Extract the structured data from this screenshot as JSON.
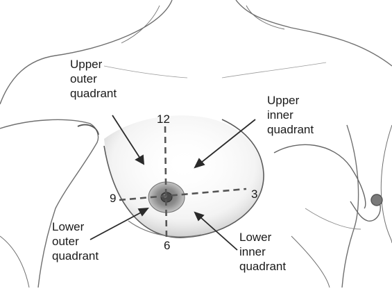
{
  "labels": {
    "upper_outer": [
      "Upper",
      "outer",
      "quadrant"
    ],
    "upper_inner": [
      "Upper",
      "inner",
      "quadrant"
    ],
    "lower_outer": [
      "Lower",
      "outer",
      "quadrant"
    ],
    "lower_inner": [
      "Lower",
      "inner",
      "quadrant"
    ]
  },
  "clock": {
    "twelve": "12",
    "three": "3",
    "six": "6",
    "nine": "9"
  }
}
